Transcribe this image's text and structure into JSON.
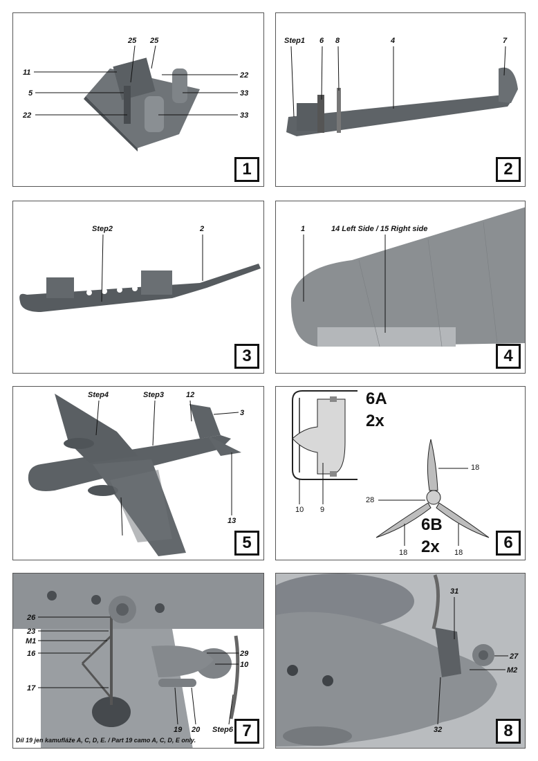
{
  "panels": [
    {
      "number": "1",
      "labels": [
        "25",
        "25",
        "11",
        "5",
        "22",
        "22",
        "33",
        "33"
      ]
    },
    {
      "number": "2",
      "labels": [
        "Step1",
        "6",
        "8",
        "4",
        "7"
      ]
    },
    {
      "number": "3",
      "labels": [
        "Step2",
        "2"
      ]
    },
    {
      "number": "4",
      "labels": [
        "1",
        "14 Left Side / 15 Right side"
      ]
    },
    {
      "number": "5",
      "labels": [
        "Step4",
        "Step3",
        "12",
        "3",
        "13"
      ]
    },
    {
      "number": "6",
      "sub_a": "6A",
      "sub_a_qty": "2x",
      "sub_b": "6B",
      "sub_b_qty": "2x",
      "labels": [
        "10",
        "9",
        "18",
        "28",
        "18",
        "18"
      ]
    },
    {
      "number": "7",
      "labels": [
        "26",
        "23",
        "M1",
        "16",
        "29",
        "10",
        "17",
        "19",
        "20",
        "Step6"
      ],
      "note": "Díl 19 jen kamufláže A, C, D, E. / Part 19 camo A, C, D, E only."
    },
    {
      "number": "8",
      "labels": [
        "31",
        "27",
        "M2",
        "32"
      ]
    }
  ]
}
